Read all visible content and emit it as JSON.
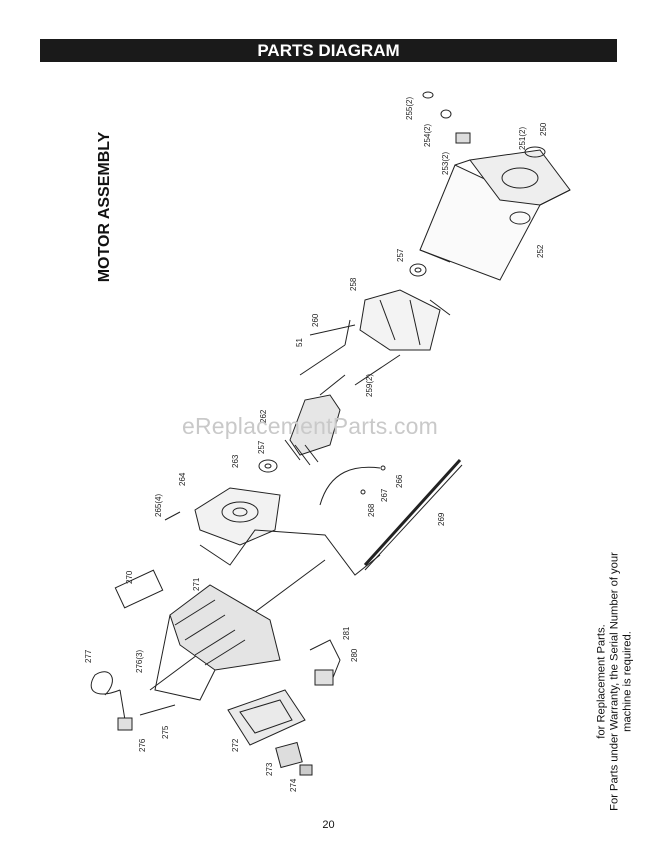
{
  "header": {
    "title": "PARTS DIAGRAM"
  },
  "section": {
    "title": "MOTOR ASSEMBLY"
  },
  "watermark": "eReplacementParts.com",
  "note": {
    "line1": "For Parts under Warranty, the Serial Number of your",
    "line2": "machine is required.",
    "line3": "for Replacement Parts."
  },
  "page_number": "20",
  "part_labels": [
    "255(2)",
    "254(2)",
    "253(2)",
    "251(2)",
    "250",
    "252",
    "257",
    "258",
    "260",
    "51",
    "259(2)",
    "262",
    "257",
    "263",
    "264",
    "265(4)",
    "267",
    "266",
    "268",
    "269",
    "270",
    "271",
    "276(3)",
    "277",
    "276",
    "275",
    "272",
    "273",
    "274",
    "281",
    "280"
  ]
}
